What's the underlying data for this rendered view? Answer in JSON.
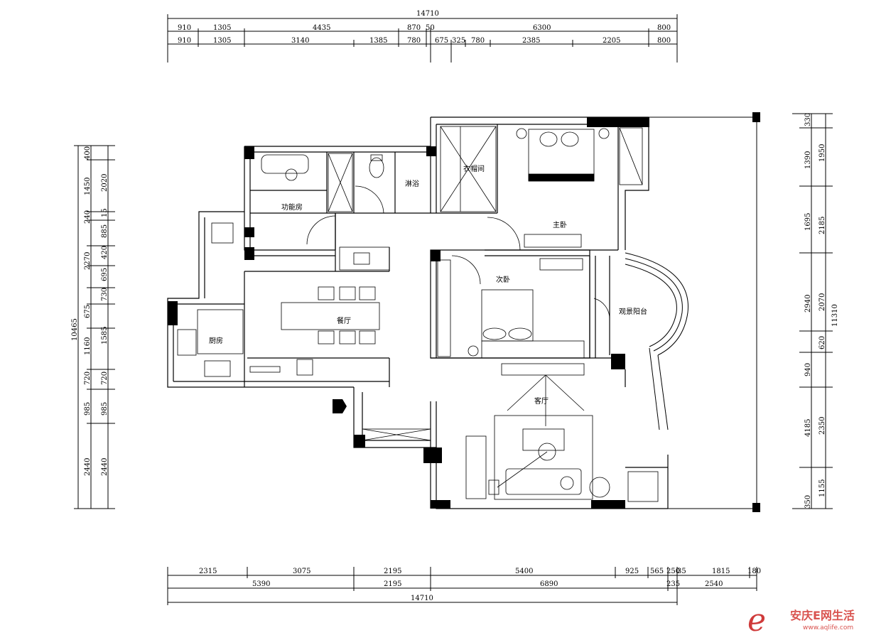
{
  "top_dimensions": {
    "total": "14710",
    "row1": [
      "910",
      "1305",
      "4435",
      "870",
      "50",
      "6300",
      "800"
    ],
    "row2": [
      "910",
      "1305",
      "3140",
      "1385",
      "780",
      "675",
      "325",
      "780",
      "2385",
      "2205",
      "800"
    ]
  },
  "bottom_dimensions": {
    "row1": [
      "2315",
      "3075",
      "2195",
      "5400",
      "925",
      "565",
      "250",
      "35",
      "1815",
      "180"
    ],
    "row2": [
      "5390",
      "2195",
      "6890",
      "235",
      "2540"
    ],
    "total": "14710"
  },
  "left_dimensions": {
    "total": "10465",
    "outer": [
      "400",
      "1450",
      "240",
      "2270",
      "675",
      "1160",
      "720",
      "985",
      "2440"
    ],
    "inner": [
      "2020",
      "15",
      "885",
      "420",
      "695",
      "730",
      "1585",
      "720",
      "985",
      "2440"
    ]
  },
  "right_dimensions": {
    "total": "11310",
    "outer": [
      "330",
      "1390",
      "1695",
      "2940",
      "940",
      "4185",
      "350"
    ],
    "inner": [
      "1950",
      "2185",
      "2070",
      "620",
      "2350",
      "1155"
    ]
  },
  "rooms": {
    "function_room": "功能房",
    "shower": "淋浴",
    "cloakroom": "衣帽间",
    "master_bedroom": "主卧",
    "second_bedroom": "次卧",
    "dining": "餐厅",
    "kitchen": "厨房",
    "living": "客厅",
    "balcony": "观景阳台"
  },
  "watermark": {
    "logo": "e",
    "name": "安庆E网生活",
    "url": "www.aqlife.com"
  }
}
